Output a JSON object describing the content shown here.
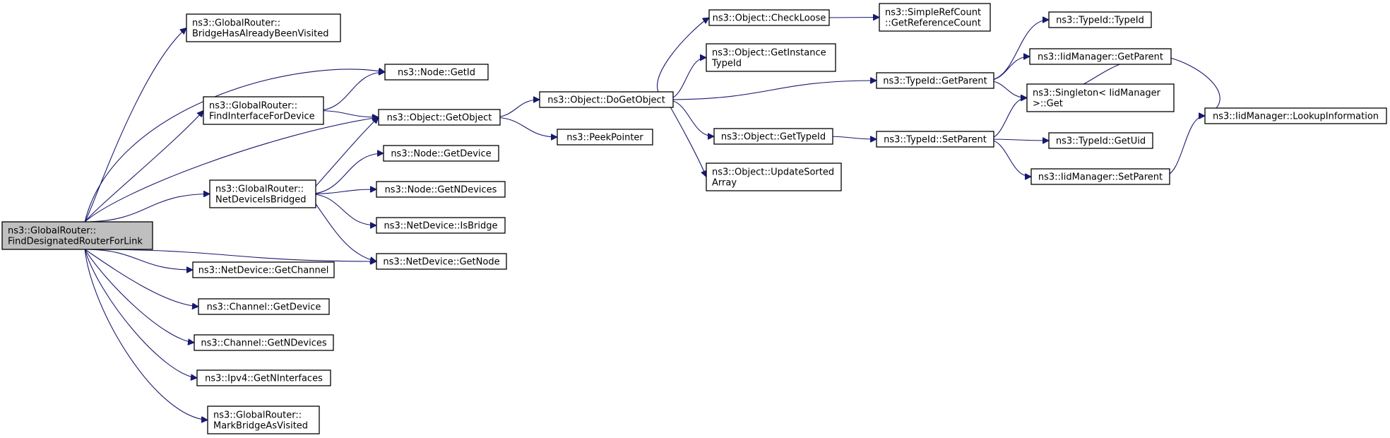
{
  "diagram": {
    "nodes": [
      {
        "id": "find_dr",
        "lines": [
          "ns3::GlobalRouter::",
          "FindDesignatedRouterForLink"
        ],
        "root": true
      },
      {
        "id": "bridge_visited",
        "lines": [
          "ns3::GlobalRouter::",
          "BridgeHasAlreadyBeenVisited"
        ]
      },
      {
        "id": "node_getid",
        "lines": [
          "ns3::Node::GetId"
        ]
      },
      {
        "id": "find_iface",
        "lines": [
          "ns3::GlobalRouter::",
          "FindInterfaceForDevice"
        ]
      },
      {
        "id": "object_getobject",
        "lines": [
          "ns3::Object::GetObject"
        ]
      },
      {
        "id": "netdev_isbridged",
        "lines": [
          "ns3::GlobalRouter::",
          "NetDeviceIsBridged"
        ]
      },
      {
        "id": "node_getdevice",
        "lines": [
          "ns3::Node::GetDevice"
        ]
      },
      {
        "id": "node_getndevices",
        "lines": [
          "ns3::Node::GetNDevices"
        ]
      },
      {
        "id": "netdevice_isbridge",
        "lines": [
          "ns3::NetDevice::IsBridge"
        ]
      },
      {
        "id": "netdevice_getnode",
        "lines": [
          "ns3::NetDevice::GetNode"
        ]
      },
      {
        "id": "netdevice_getchannel",
        "lines": [
          "ns3::NetDevice::GetChannel"
        ]
      },
      {
        "id": "channel_getdevice",
        "lines": [
          "ns3::Channel::GetDevice"
        ]
      },
      {
        "id": "channel_getndevices",
        "lines": [
          "ns3::Channel::GetNDevices"
        ]
      },
      {
        "id": "ipv4_getninterfaces",
        "lines": [
          "ns3::Ipv4::GetNInterfaces"
        ]
      },
      {
        "id": "mark_bridge",
        "lines": [
          "ns3::GlobalRouter::",
          "MarkBridgeAsVisited"
        ]
      },
      {
        "id": "object_dogetobject",
        "lines": [
          "ns3::Object::DoGetObject"
        ]
      },
      {
        "id": "peekpointer",
        "lines": [
          "ns3::PeekPointer"
        ]
      },
      {
        "id": "object_checkloose",
        "lines": [
          "ns3::Object::CheckLoose"
        ]
      },
      {
        "id": "object_getinstancetypeid",
        "lines": [
          "ns3::Object::GetInstance",
          "TypeId"
        ]
      },
      {
        "id": "object_gettypeid",
        "lines": [
          "ns3::Object::GetTypeId"
        ]
      },
      {
        "id": "object_updatesorted",
        "lines": [
          "ns3::Object::UpdateSorted",
          "Array"
        ]
      },
      {
        "id": "simplerefcount",
        "lines": [
          "ns3::SimpleRefCount",
          "::GetReferenceCount"
        ]
      },
      {
        "id": "typeid_getparent",
        "lines": [
          "ns3::TypeId::GetParent"
        ]
      },
      {
        "id": "typeid_setparent",
        "lines": [
          "ns3::TypeId::SetParent"
        ]
      },
      {
        "id": "typeid_typeid",
        "lines": [
          "ns3::TypeId::TypeId"
        ]
      },
      {
        "id": "iidmanager_getparent",
        "lines": [
          "ns3::IidManager::GetParent"
        ]
      },
      {
        "id": "singleton_get",
        "lines": [
          "ns3::Singleton< IidManager",
          ">::Get"
        ]
      },
      {
        "id": "typeid_getuid",
        "lines": [
          "ns3::TypeId::GetUid"
        ]
      },
      {
        "id": "iidmanager_setparent",
        "lines": [
          "ns3::IidManager::SetParent"
        ]
      },
      {
        "id": "iidmanager_lookup",
        "lines": [
          "ns3::IidManager::LookupInformation"
        ]
      }
    ],
    "edges": [
      {
        "from": "find_dr",
        "to": "bridge_visited"
      },
      {
        "from": "find_dr",
        "to": "node_getid"
      },
      {
        "from": "find_dr",
        "to": "find_iface"
      },
      {
        "from": "find_dr",
        "to": "object_getobject"
      },
      {
        "from": "find_dr",
        "to": "netdev_isbridged"
      },
      {
        "from": "find_dr",
        "to": "netdevice_getnode"
      },
      {
        "from": "find_dr",
        "to": "netdevice_getchannel"
      },
      {
        "from": "find_dr",
        "to": "channel_getdevice"
      },
      {
        "from": "find_dr",
        "to": "channel_getndevices"
      },
      {
        "from": "find_dr",
        "to": "ipv4_getninterfaces"
      },
      {
        "from": "find_dr",
        "to": "mark_bridge"
      },
      {
        "from": "find_iface",
        "to": "node_getid"
      },
      {
        "from": "find_iface",
        "to": "object_getobject"
      },
      {
        "from": "netdev_isbridged",
        "to": "object_getobject"
      },
      {
        "from": "netdev_isbridged",
        "to": "node_getdevice"
      },
      {
        "from": "netdev_isbridged",
        "to": "node_getndevices"
      },
      {
        "from": "netdev_isbridged",
        "to": "netdevice_isbridge"
      },
      {
        "from": "netdev_isbridged",
        "to": "netdevice_getnode"
      },
      {
        "from": "object_getobject",
        "to": "object_dogetobject"
      },
      {
        "from": "object_getobject",
        "to": "peekpointer"
      },
      {
        "from": "object_dogetobject",
        "to": "object_checkloose"
      },
      {
        "from": "object_dogetobject",
        "to": "object_getinstancetypeid"
      },
      {
        "from": "object_dogetobject",
        "to": "typeid_getparent"
      },
      {
        "from": "object_dogetobject",
        "to": "object_gettypeid"
      },
      {
        "from": "object_dogetobject",
        "to": "object_updatesorted"
      },
      {
        "from": "object_checkloose",
        "to": "simplerefcount"
      },
      {
        "from": "object_gettypeid",
        "to": "typeid_setparent"
      },
      {
        "from": "typeid_getparent",
        "to": "typeid_typeid"
      },
      {
        "from": "typeid_getparent",
        "to": "iidmanager_getparent"
      },
      {
        "from": "typeid_getparent",
        "to": "singleton_get"
      },
      {
        "from": "typeid_setparent",
        "to": "singleton_get"
      },
      {
        "from": "typeid_setparent",
        "to": "typeid_getuid"
      },
      {
        "from": "typeid_setparent",
        "to": "iidmanager_setparent"
      },
      {
        "from": "iidmanager_getparent",
        "to": "singleton_get"
      },
      {
        "from": "iidmanager_getparent",
        "to": "iidmanager_lookup"
      },
      {
        "from": "iidmanager_setparent",
        "to": "iidmanager_lookup"
      }
    ]
  }
}
